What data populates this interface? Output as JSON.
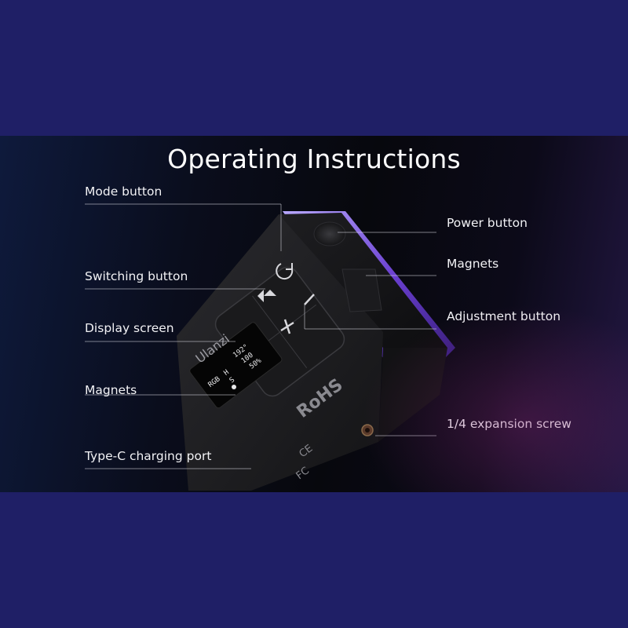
{
  "title": "Operating Instructions",
  "labels": {
    "mode_button": "Mode button",
    "switching_button": "Switching button",
    "display_screen": "Display screen",
    "magnets_left": "Magnets",
    "type_c_port": "Type-C charging port",
    "power_button": "Power button",
    "magnets_right": "Magnets",
    "adjustment_button": "Adjustment button",
    "expansion_screw": "1/4 expansion screw"
  },
  "device": {
    "brand": "Ulanzi",
    "screen": {
      "mode": "RGB",
      "h_label": "H",
      "s_label": "S",
      "hue": "192°",
      "saturation": "100",
      "brightness": "50%"
    },
    "certifications": {
      "rohs": "RoHS",
      "ce": "CE",
      "fc": "FC"
    }
  },
  "colors": {
    "background_band": "#1f1f66",
    "label_text": "#f2f2f5",
    "accent_purple": "#6a3fd0"
  }
}
